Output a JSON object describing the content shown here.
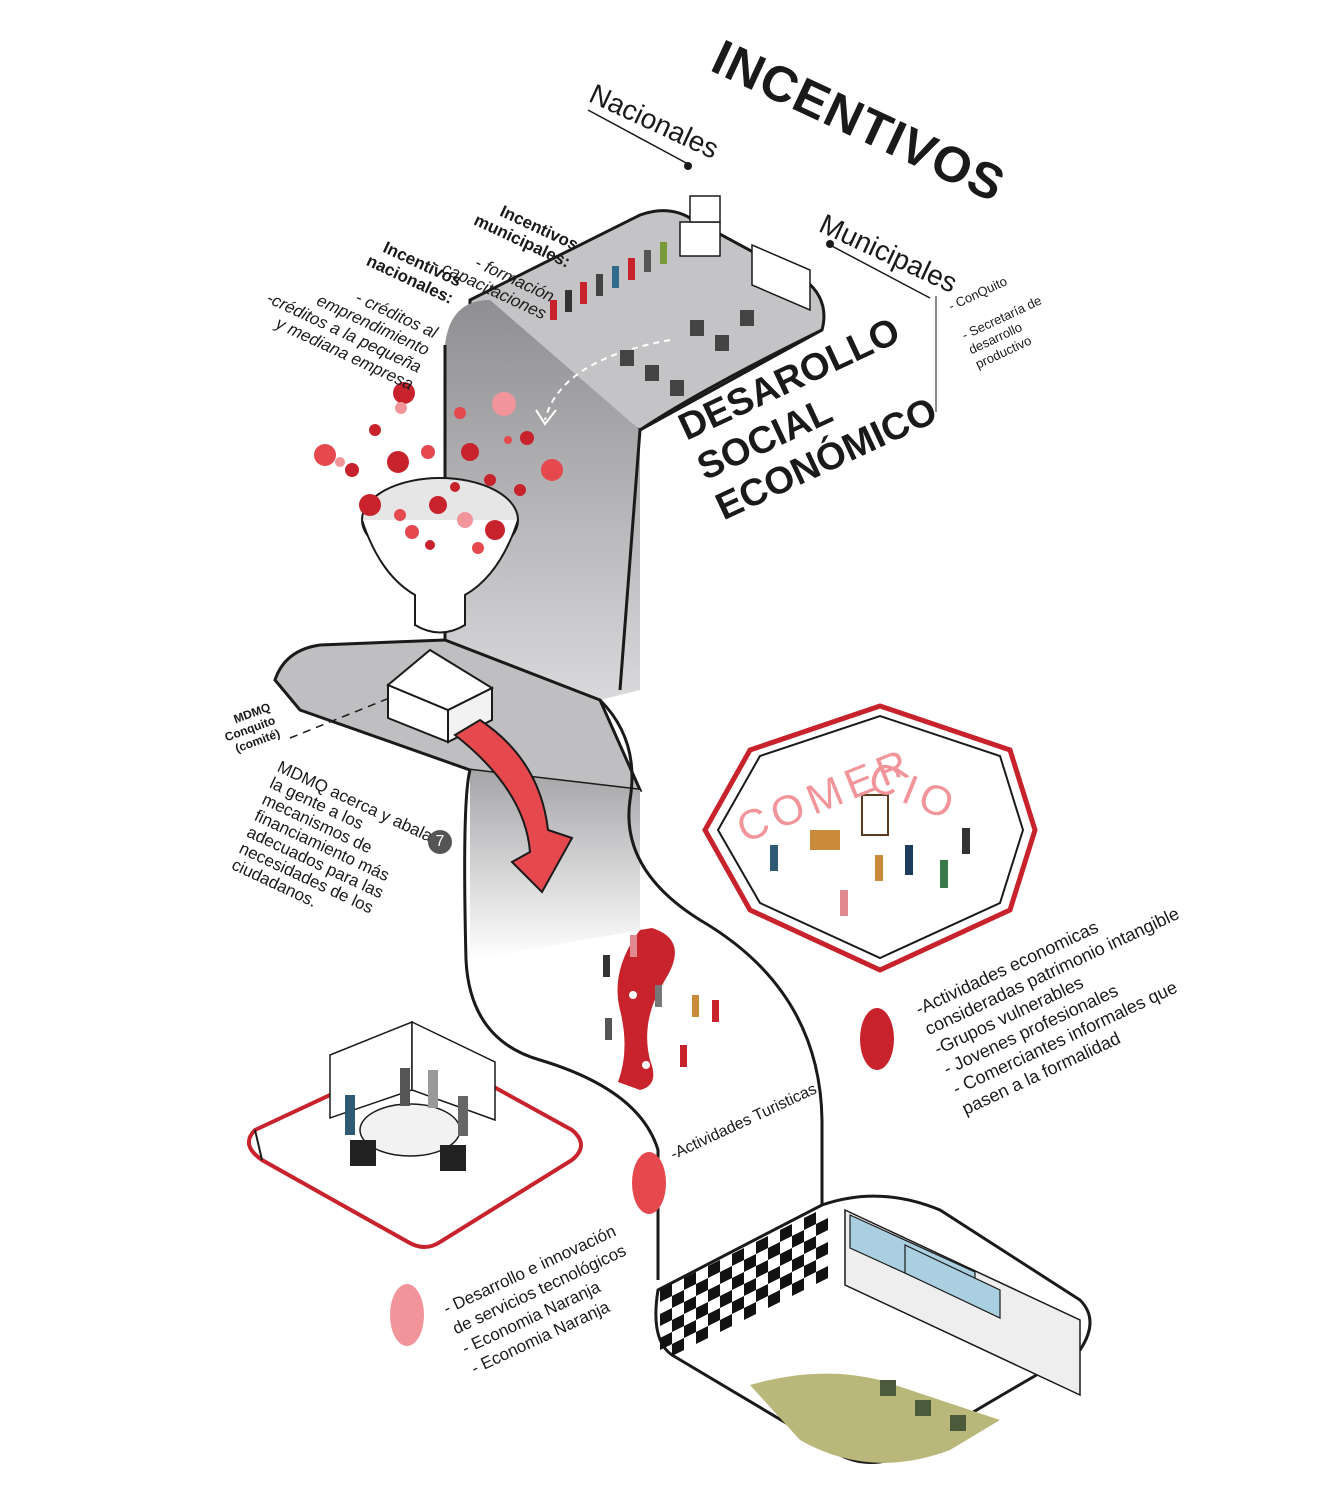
{
  "title": "INCENTIVOS",
  "branches": {
    "nacionales": "Nacionales",
    "municipales": "Municipales"
  },
  "incentive_notes": {
    "municipales_title": "Incentivos\nmunicipales:",
    "municipales_items": "- formación\n- capacitaciones",
    "nacionales_title": "Incentivos\nnacionales:",
    "nacionales_items": "- créditos al\nemprendimiento\n-créditos a la pequeña\ny mediana empresa"
  },
  "municipal_entities": "- ConQuito\n\n- Secretaría de\ndesarrollo\nproductivo",
  "section_title": "DESAROLLO\nSOCIAL\nECONÓMICO",
  "mdmq_label": "MDMQ\nConquito\n(comité)",
  "mdmq_note": "MDMQ acerca y abala a\nla gente a los\nmecanismos de\nfinanciamiento más\nadecuados para las\nnecesidades de los\nciudadanos.",
  "mdmq_badge": "7",
  "comercio": {
    "word_left": "COMER",
    "word_right": "CIO",
    "list": "-Actividades economicas\nconsideradas patrimonio intangible\n-Grupos vulnerables\n- Jovenes profesionales\n- Comerciantes informales que\npasen a la formalidad"
  },
  "turisticas": "-Actividades Turisticas",
  "innovacion": "- Desarrollo e innovación\nde servicios tecnológicos\n- Economia Naranja\n- Economia Naranja",
  "colors": {
    "accent_red": "#c8232c",
    "mid_red": "#e5484d",
    "pink": "#f1959a",
    "ribbon_grey": "#9c9c9e",
    "outline": "#1a1a1a"
  }
}
